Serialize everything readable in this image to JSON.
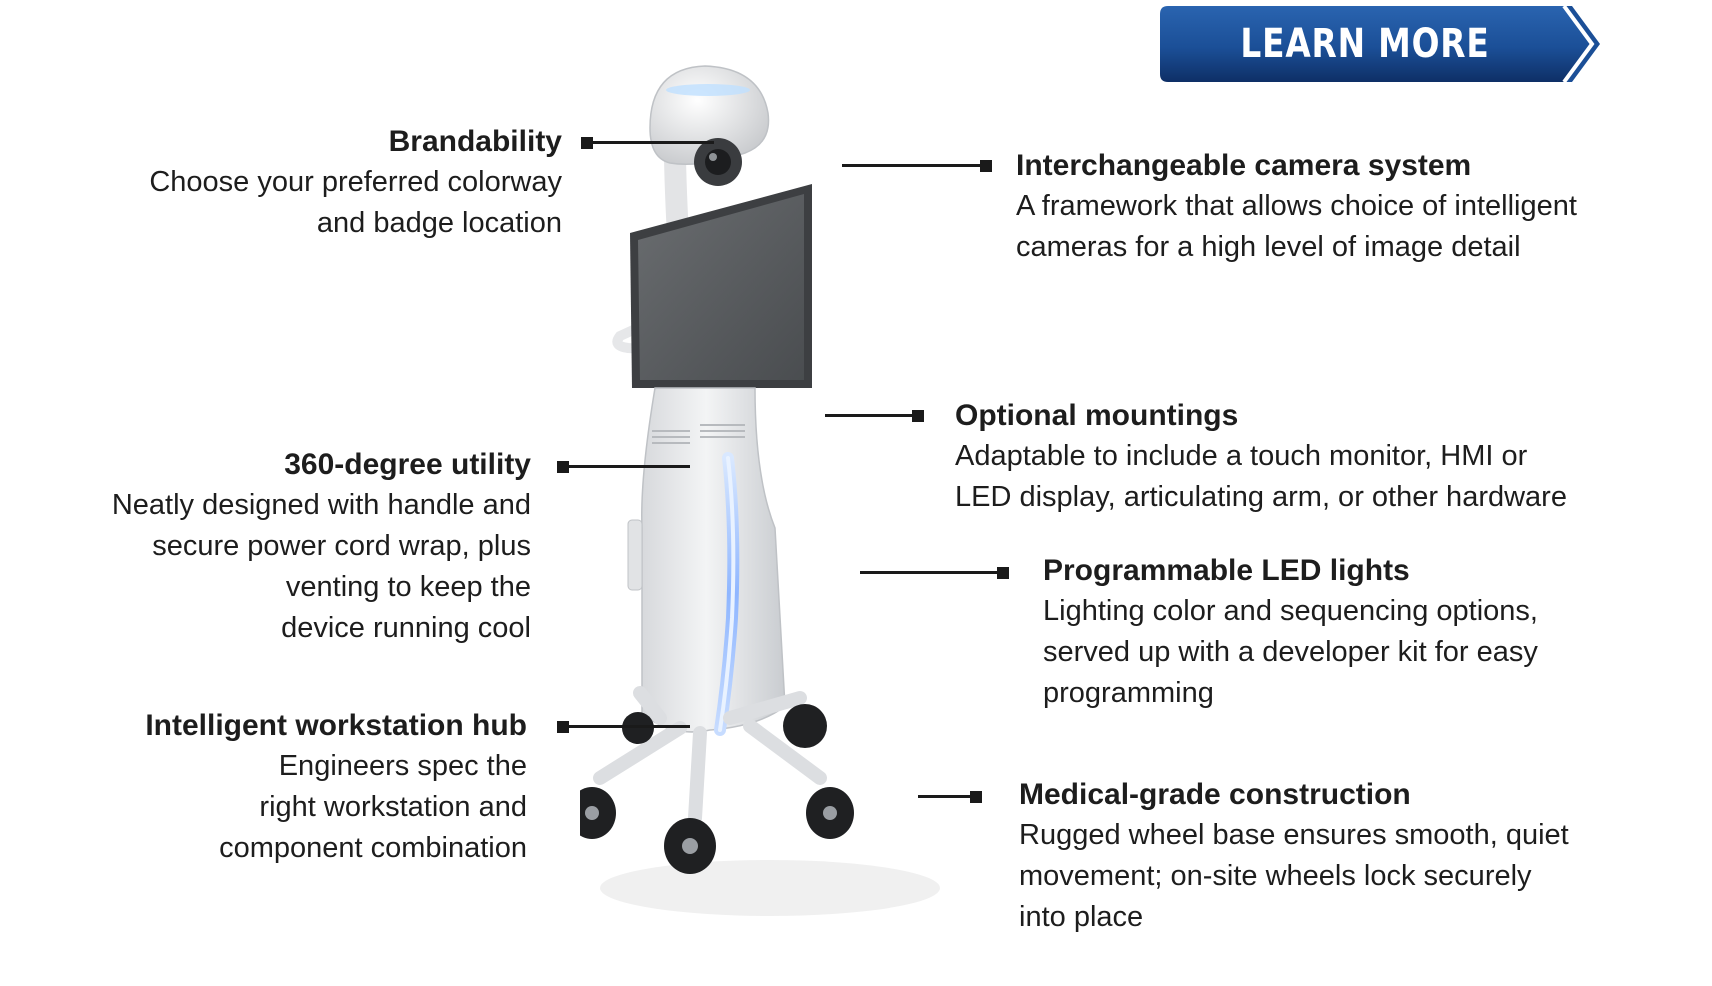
{
  "cta": {
    "label": "LEARN MORE"
  },
  "callouts": {
    "brandability": {
      "title": "Brandability",
      "desc": "Choose your preferred colorway\nand badge location"
    },
    "camera": {
      "title": "Interchangeable camera system",
      "desc": "A framework that allows choice of intelligent\ncameras for a high level of image detail"
    },
    "mountings": {
      "title": "Optional mountings",
      "desc": "Adaptable to include a touch monitor, HMI or\nLED display, articulating arm, or other hardware"
    },
    "utility": {
      "title": "360-degree utility",
      "desc": "Neatly designed with handle and\nsecure power cord wrap, plus\nventing to keep the\ndevice running cool"
    },
    "led": {
      "title": "Programmable LED lights",
      "desc": "Lighting color and sequencing options,\nserved up with a developer kit for easy\nprogramming"
    },
    "hub": {
      "title": "Intelligent workstation hub",
      "desc": "Engineers spec the\nright workstation and\ncomponent combination"
    },
    "construction": {
      "title": "Medical-grade construction",
      "desc": "Rugged wheel base ensures smooth, quiet\nmovement; on-site wheels lock securely\ninto place"
    }
  },
  "colors": {
    "banner_blue": "#1b4f97",
    "banner_dark": "#0f3470",
    "text": "#1d1d1d",
    "led_glow": "#9fc4ff"
  }
}
